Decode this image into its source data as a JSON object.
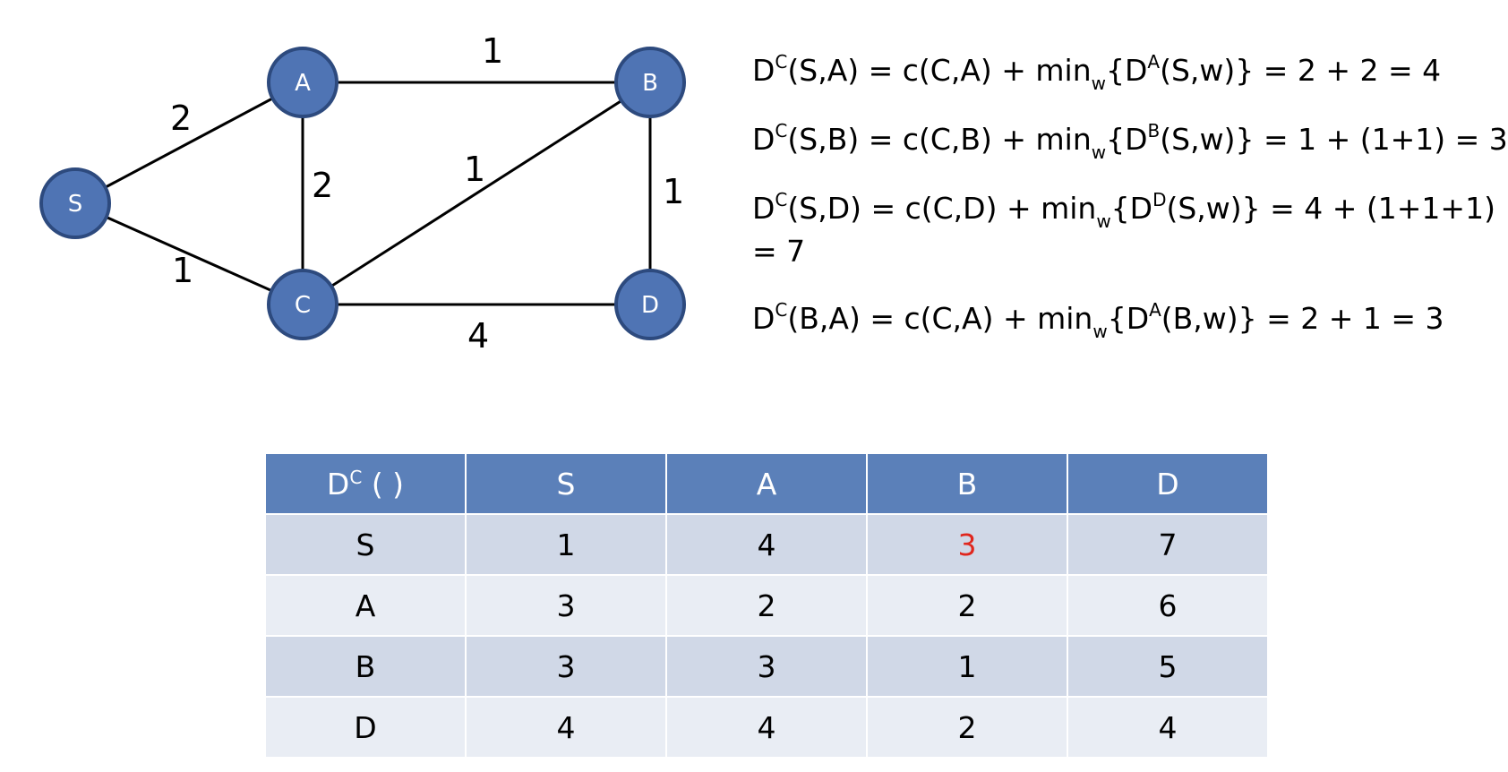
{
  "graph": {
    "nodes": [
      {
        "id": "S",
        "label": "S"
      },
      {
        "id": "A",
        "label": "A"
      },
      {
        "id": "B",
        "label": "B"
      },
      {
        "id": "C",
        "label": "C"
      },
      {
        "id": "D",
        "label": "D"
      }
    ],
    "edges": [
      {
        "from": "S",
        "to": "A",
        "cost": "2"
      },
      {
        "from": "S",
        "to": "C",
        "cost": "1"
      },
      {
        "from": "A",
        "to": "B",
        "cost": "1"
      },
      {
        "from": "A",
        "to": "C",
        "cost": "2"
      },
      {
        "from": "C",
        "to": "B",
        "cost": "1"
      },
      {
        "from": "B",
        "to": "D",
        "cost": "1"
      },
      {
        "from": "C",
        "to": "D",
        "cost": "4"
      }
    ]
  },
  "equations": [
    {
      "lhs_d": "D",
      "lhs_sup": "C",
      "lhs_args": "(S,A) = c(C,A) + min",
      "min_sub": "w",
      "inner_d": "{D",
      "inner_sup": "A",
      "rest": "(S,w)} = 2 + 2 = 4",
      "cont": ""
    },
    {
      "lhs_d": "D",
      "lhs_sup": "C",
      "lhs_args": "(S,B) = c(C,B) + min",
      "min_sub": "w",
      "inner_d": "{D",
      "inner_sup": "B",
      "rest": "(S,w)} = 1 + (1+1) = 3",
      "cont": ""
    },
    {
      "lhs_d": "D",
      "lhs_sup": "C",
      "lhs_args": "(S,D) = c(C,D) + min",
      "min_sub": "w",
      "inner_d": "{D",
      "inner_sup": "D",
      "rest": "(S,w)} = 4 + (1+1+1)",
      "cont": "= 7"
    },
    {
      "lhs_d": "D",
      "lhs_sup": "C",
      "lhs_args": "(B,A) = c(C,A) + min",
      "min_sub": "w",
      "inner_d": "{D",
      "inner_sup": "A",
      "rest": "(B,w)} = 2 + 1 = 3",
      "cont": ""
    }
  ],
  "table": {
    "corner": {
      "d": "D",
      "sup": "C",
      "rest": "( )"
    },
    "columns": [
      "S",
      "A",
      "B",
      "D"
    ],
    "rows": [
      {
        "label": "S",
        "values": [
          "1",
          "4",
          "3",
          "7"
        ],
        "highlight": 2
      },
      {
        "label": "A",
        "values": [
          "3",
          "2",
          "2",
          "6"
        ],
        "highlight": -1
      },
      {
        "label": "B",
        "values": [
          "3",
          "3",
          "1",
          "5"
        ],
        "highlight": -1
      },
      {
        "label": "D",
        "values": [
          "4",
          "4",
          "2",
          "4"
        ],
        "highlight": -1
      }
    ],
    "colors": {
      "header": "#5b80b9",
      "row_odd": "#d0d8e7",
      "row_even": "#e9edf4",
      "highlight": "#e0261d"
    }
  }
}
